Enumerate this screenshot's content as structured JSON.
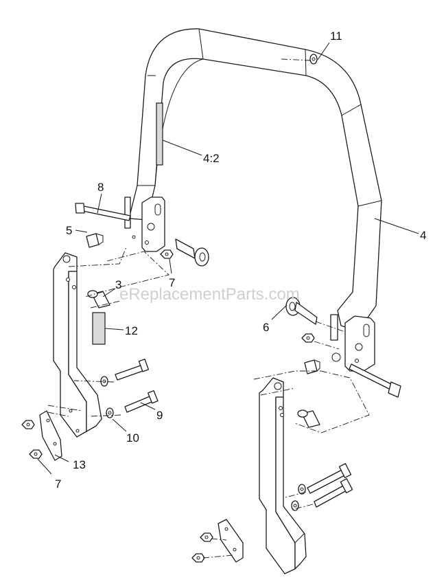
{
  "watermark": "eReplacementParts.com",
  "callouts": {
    "c11": "11",
    "c4_2": "4:2",
    "c8": "8",
    "c5": "5",
    "c4": "4",
    "c3": "3",
    "c7a": "7",
    "c6": "6",
    "c12": "12",
    "c9": "9",
    "c10": "10",
    "c13": "13",
    "c7b": "7"
  },
  "colors": {
    "line": "#1a1a1a",
    "shade": "#d9d9d9",
    "watermark": "#cfcfcf"
  }
}
